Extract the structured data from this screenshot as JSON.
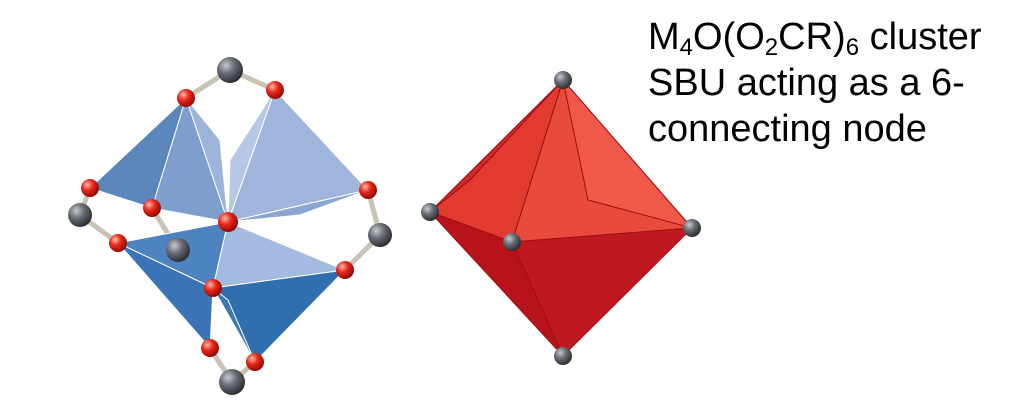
{
  "caption": {
    "line1": {
      "prefix": "M",
      "sub1": "4",
      "mid1": "O(O",
      "sub2": "2",
      "mid2": "CR)",
      "sub3": "6",
      "suffix": " cluster"
    },
    "line2": "SBU acting as a 6-",
    "line3": "connecting node"
  },
  "colors": {
    "carbon_atom": "#5e6068",
    "oxygen_atom": "#e02010",
    "bond": "#c9c3b5",
    "tetrahedron_dark": "#2f6fae",
    "tetrahedron_light": "#a9bde0",
    "octahedron_light": "#e8463a",
    "octahedron_dark": "#b8121a"
  }
}
